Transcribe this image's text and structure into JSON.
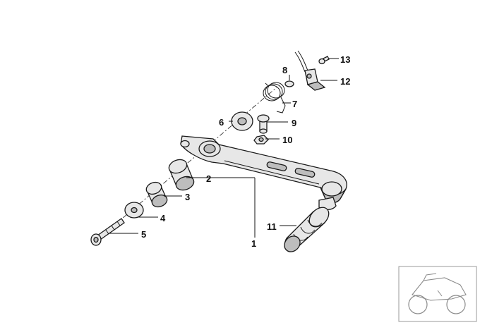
{
  "callouts": {
    "n1": "1",
    "n2": "2",
    "n3": "3",
    "n4": "4",
    "n5": "5",
    "n6": "6",
    "n7": "7",
    "n8": "8",
    "n9": "9",
    "n10": "10",
    "n11": "11",
    "n12": "12",
    "n13": "13"
  },
  "colors": {
    "line": "#1a1a1a",
    "part_fill": "#e7e7e7",
    "part_shade": "#bdbdbd",
    "background": "#ffffff"
  }
}
